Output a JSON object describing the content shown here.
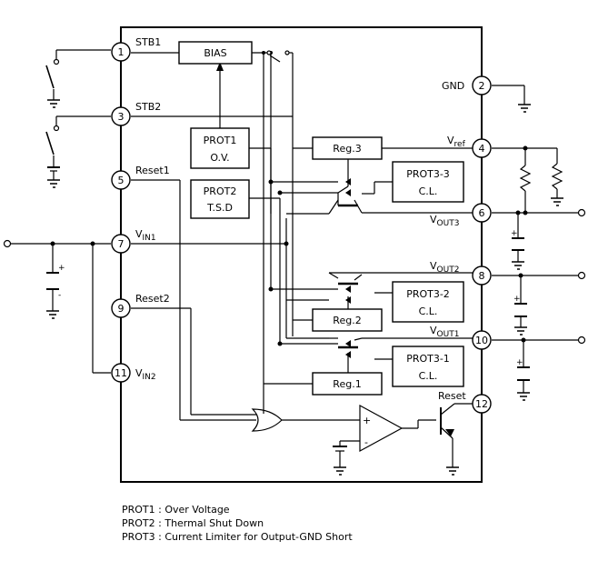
{
  "pins": [
    {
      "number": "1",
      "label": "STB1"
    },
    {
      "number": "2",
      "label": "GND"
    },
    {
      "number": "3",
      "label": "STB2"
    },
    {
      "number": "4",
      "label": "V",
      "sub": "ref"
    },
    {
      "number": "5",
      "label": "Reset1"
    },
    {
      "number": "6",
      "label": "V",
      "sub": "OUT3"
    },
    {
      "number": "7",
      "label": "V",
      "sub": "IN1"
    },
    {
      "number": "8",
      "label": "V",
      "sub": "OUT2"
    },
    {
      "number": "9",
      "label": "Reset2"
    },
    {
      "number": "10",
      "label": "V",
      "sub": "OUT1"
    },
    {
      "number": "11",
      "label": "V",
      "sub": "IN2"
    },
    {
      "number": "12",
      "label": "Reset"
    }
  ],
  "blocks": {
    "bias": "BIAS",
    "prot1": [
      "PROT1",
      "O.V."
    ],
    "prot2": [
      "PROT2",
      "T.S.D"
    ],
    "reg3": "Reg.3",
    "reg2": "Reg.2",
    "reg1": "Reg.1",
    "prot3_3": [
      "PROT3-3",
      "C.L."
    ],
    "prot3_2": [
      "PROT3-2",
      "C.L."
    ],
    "prot3_1": [
      "PROT3-1",
      "C.L."
    ]
  },
  "cap_polarity": {
    "plus": "+",
    "minus": "-"
  },
  "legend": [
    "PROT1 : Over Voltage",
    "PROT2 : Thermal Shut Down",
    "PROT3 : Current Limiter for Output-GND Short"
  ]
}
